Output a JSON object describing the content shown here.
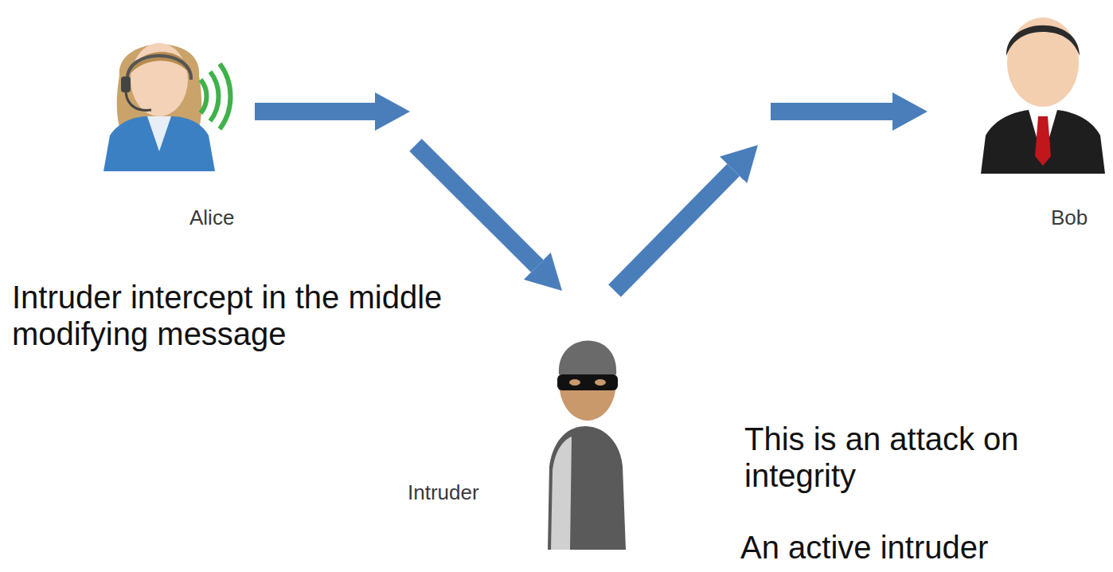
{
  "diagram": {
    "nodes": [
      {
        "text": [
          "Alice"
        ]
      },
      {
        "text": [
          "Bob"
        ]
      },
      {
        "text": [
          "Intruder"
        ]
      }
    ],
    "edges": [
      {
        "from": 0,
        "to": 2,
        "arrow": "to"
      },
      {
        "from": 2,
        "to": 1,
        "arrow": "to"
      }
    ],
    "labels": [
      "Intruder intercept in the middle modifying message",
      "This is an attack on integrity",
      "An active intruder"
    ]
  }
}
